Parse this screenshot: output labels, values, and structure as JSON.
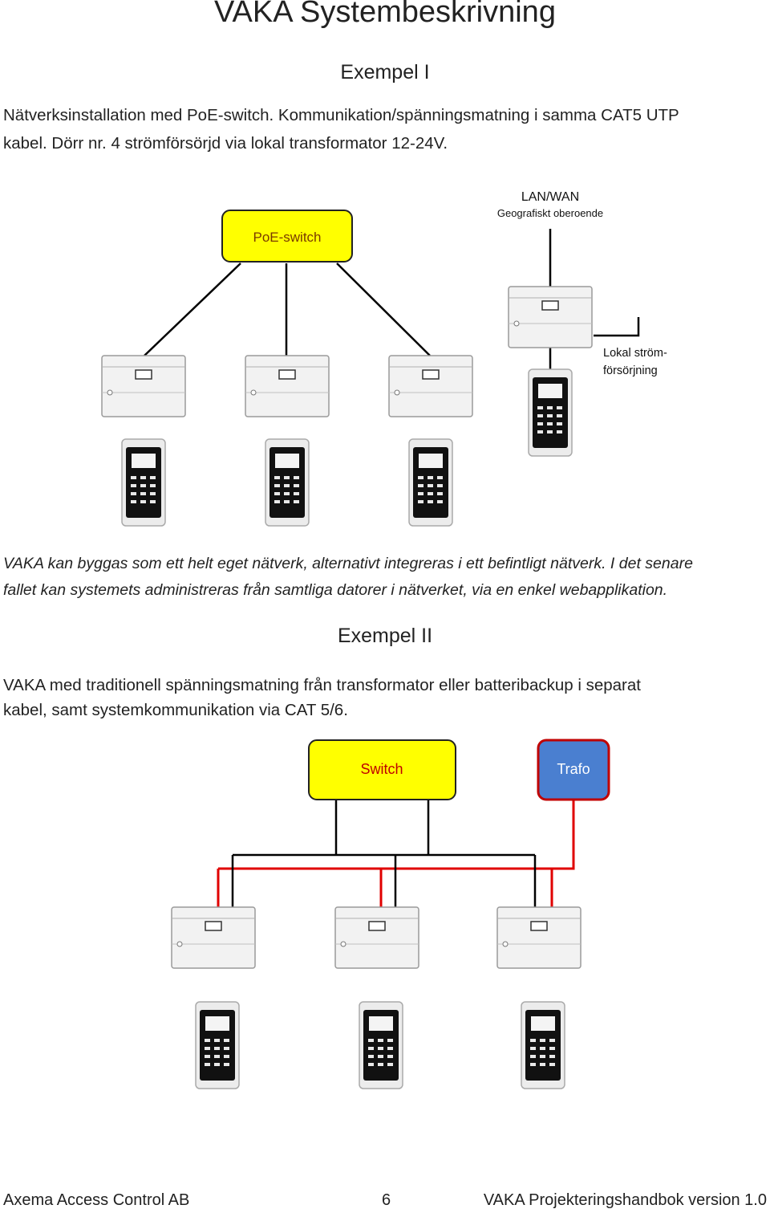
{
  "page": {
    "title": "VAKA Systembeskrivning",
    "example1": {
      "heading": "Exempel I",
      "intro_line1": "Nätverksinstallation med PoE-switch. Kommunikation/spänningsmatning i samma CAT5 UTP",
      "intro_line2": "kabel. Dörr nr. 4 strömförsörjd via lokal transformator 12-24V.",
      "diagram": {
        "switch_label": "PoE-switch",
        "lan_label": "LAN/WAN",
        "lan_sub": "Geografiskt oberoende",
        "local_power_line1": "Lokal ström-",
        "local_power_line2": "försörjning"
      },
      "note_line1": "VAKA kan byggas som ett helt eget nätverk, alternativt integreras i ett befintligt nätverk. I det senare",
      "note_line2": "fallet kan systemets administreras från samtliga datorer i nätverket, via en enkel webapplikation."
    },
    "example2": {
      "heading": "Exempel II",
      "intro_line1": "VAKA med traditionell spänningsmatning från transformator eller batteribackup i separat",
      "intro_line2": "kabel, samt systemkommunikation via CAT 5/6.",
      "diagram": {
        "switch_label": "Switch",
        "trafo_label": "Trafo"
      }
    },
    "footer": {
      "company": "Axema Access Control AB",
      "page_number": "6",
      "doc_name": "VAKA Projekteringshandbok version 1.0"
    },
    "colors": {
      "switch_fill": "#ffff00",
      "trafo_fill": "#4a7fd0",
      "trafo_border": "#c00000",
      "power_wire": "#e00000"
    }
  }
}
